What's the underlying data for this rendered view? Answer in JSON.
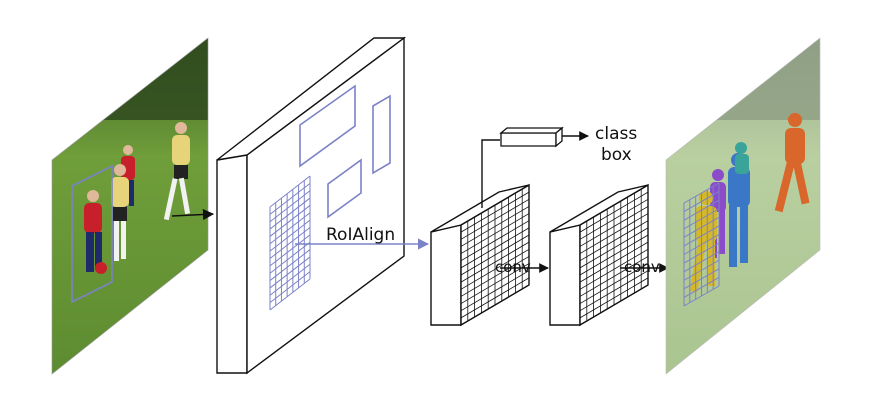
{
  "labels": {
    "roialign": "RoIAlign",
    "conv1": "conv",
    "conv2": "conv",
    "class": "class",
    "box": "box"
  },
  "colors": {
    "roi_blue": "#7b82c8",
    "outline": "#111111",
    "grass": "#6f9e3a",
    "grass_dark": "#4b7d2a",
    "trees": "#2f4a1e",
    "mask_yellow": "#d4b82a",
    "mask_purple": "#8a4cc9",
    "mask_blue": "#3a78c7",
    "mask_teal": "#3aa39a",
    "mask_orange": "#d9662a",
    "player_red": "#c8202a",
    "player_yellow": "#e6d37a"
  },
  "icons": {
    "input_image": "soccer-photo-icon",
    "output_image": "segmented-photo-icon"
  }
}
